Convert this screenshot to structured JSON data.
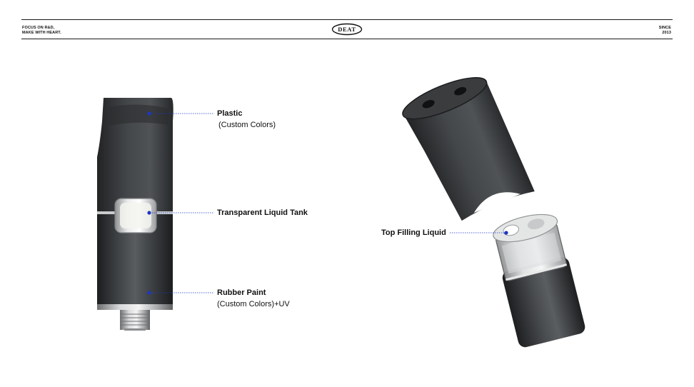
{
  "header": {
    "left_line1": "FOCUS ON R&D,",
    "left_line2": "MAKE WITH HEART.",
    "logo_text": "DEAT",
    "right_line1": "SINCE",
    "right_line2": "2013"
  },
  "callouts": {
    "plastic_title": "Plastic",
    "plastic_sub": "(Custom Colors)",
    "tank_title": "Transparent Liquid Tank",
    "rubber_title": "Rubber Paint",
    "rubber_sub": "(Custom Colors)+UV",
    "top_fill_title": "Top Filling Liquid"
  },
  "colors": {
    "dot": "#1b36c8",
    "body_dark": "#2a2c2e",
    "body_mid": "#55585b"
  }
}
